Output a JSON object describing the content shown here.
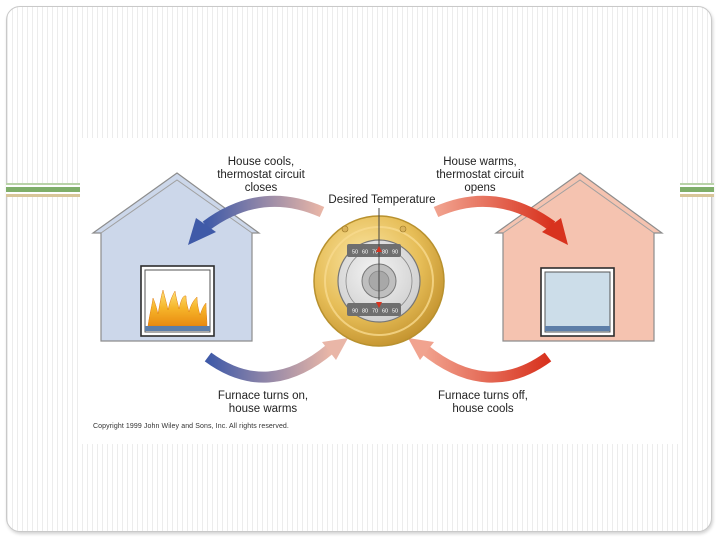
{
  "labels": {
    "house_cools_closes": [
      "House cools,",
      "thermostat circuit",
      "closes"
    ],
    "house_warms_opens": [
      "House warms,",
      "thermostat circuit",
      "opens"
    ],
    "desired_temperature": "Desired Temperature",
    "furnace_on": [
      "Furnace turns on,",
      "house warms"
    ],
    "furnace_off": [
      "Furnace turns off,",
      "house cools"
    ]
  },
  "dial": {
    "top_scale": [
      "50",
      "60",
      "70",
      "80",
      "90"
    ],
    "bottom_scale": [
      "90",
      "80",
      "70",
      "60",
      "50"
    ]
  },
  "copyright": "Copyright 1999 John Wiley and Sons, Inc. All rights reserved.",
  "colors": {
    "cool_house": "#ccd7ea",
    "warm_house": "#f5c3b0",
    "cool_arrow": "#3f5aa8",
    "warm_arrow": "#d8321e",
    "dial_gold": "#e6bd57"
  }
}
